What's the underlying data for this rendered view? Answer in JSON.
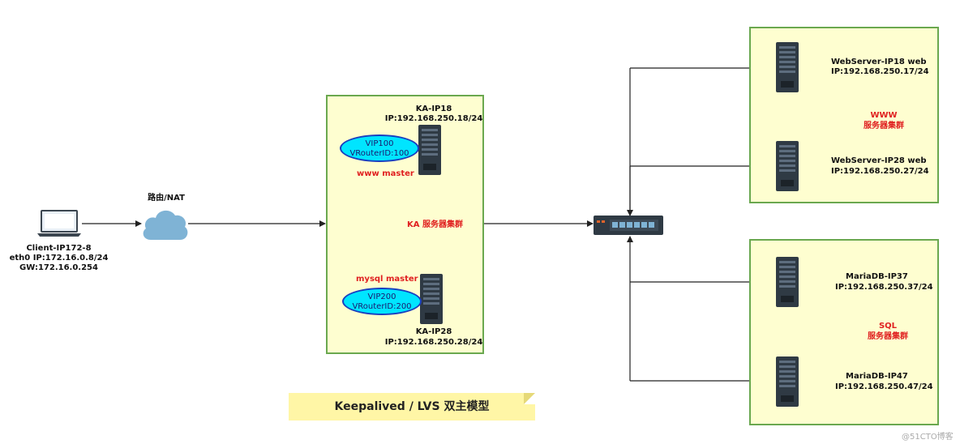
{
  "client": {
    "name": "Client-IP172-8",
    "eth0": "eth0 IP:172.16.0.8/24",
    "gw": "GW:172.16.0.254",
    "icon": "laptop-icon"
  },
  "router": {
    "label": "路由/NAT",
    "icon": "cloud-icon"
  },
  "ka_group": {
    "label": "KA 服务器集群",
    "node1": {
      "name": "KA-IP18",
      "ip": "IP:192.168.250.18/24",
      "role": "www master",
      "vip": "VIP100",
      "vrid": "VRouterID:100"
    },
    "node2": {
      "name": "KA-IP28",
      "ip": "IP:192.168.250.28/24",
      "role": "mysql master",
      "vip": "VIP200",
      "vrid": "VRouterID:200"
    }
  },
  "switch": {
    "icon": "switch-icon"
  },
  "www_group": {
    "title": "WWW",
    "subtitle": "服务器集群",
    "server1": {
      "name": "WebServer-IP18  web",
      "ip": "IP:192.168.250.17/24"
    },
    "server2": {
      "name": "WebServer-IP28  web",
      "ip": "IP:192.168.250.27/24"
    }
  },
  "sql_group": {
    "title": "SQL",
    "subtitle": "服务器集群",
    "server1": {
      "name": "MariaDB-IP37",
      "ip": "IP:192.168.250.37/24"
    },
    "server2": {
      "name": "MariaDB-IP47",
      "ip": "IP:192.168.250.47/24"
    }
  },
  "title_note": "Keepalived / LVS 双主模型",
  "watermark": "@51CTO博客",
  "colors": {
    "group_border": "#6aa84f",
    "group_fill": "#fefed0",
    "vip_fill": "#00e5ff",
    "vip_border": "#1a3fbf",
    "accent_red": "#e02020",
    "note_fill": "#fff6a6"
  }
}
